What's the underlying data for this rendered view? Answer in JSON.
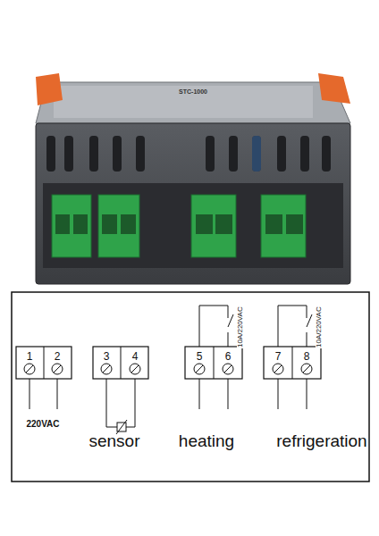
{
  "diagram": {
    "labels": [
      "STC-1000",
      "1",
      "2",
      "3",
      "4",
      "5",
      "6",
      "7",
      "8",
      "220VAC",
      "sensor",
      "heating",
      "refrigeration",
      "10A/220VAC",
      "10A/220VAC"
    ]
  }
}
